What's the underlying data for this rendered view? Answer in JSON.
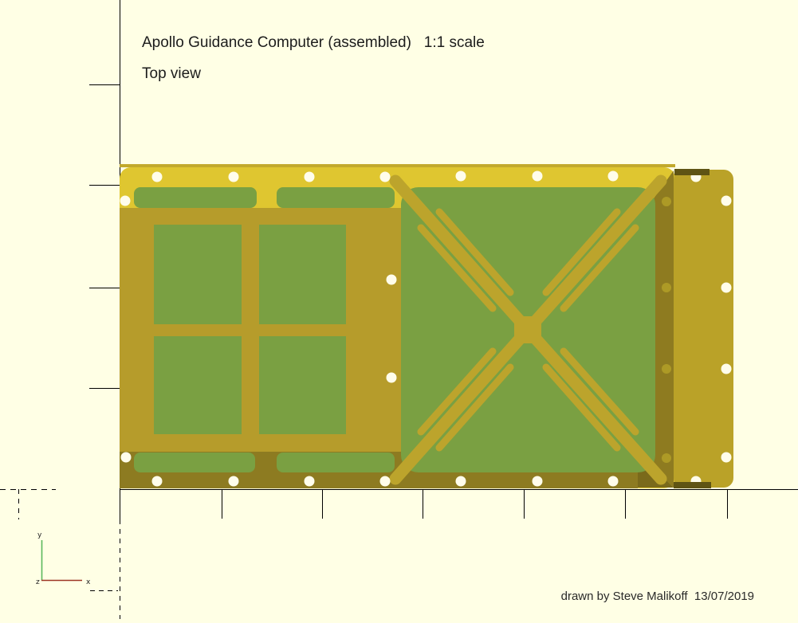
{
  "annotations": {
    "title": "Apollo Guidance Computer (assembled)   1:1 scale",
    "view_label": "Top view",
    "credit": "drawn by Steve Malikoff  13/07/2019"
  },
  "axis_indicator": {
    "x_label": "x",
    "y_label": "y",
    "z_label": "z",
    "x_axis_color": "#9e3524",
    "y_axis_color": "#5cb85c"
  },
  "palette": {
    "canvas_background": "#FFFFE5",
    "case_top_face": "#DFC630",
    "tray_interior": "#B69C2B",
    "front_wall": "#8D7B21",
    "side_wall": "#8E7B20",
    "corner_shadow": "#7A6A1B",
    "end_cap": "#BAA228",
    "module_green": "#7AA042",
    "x_channel": "#BCA42C",
    "screw_hole_white": "#FFFDEB",
    "rivet_hole_olive": "#AD9A26",
    "mounting_bar_dark": "#5F5414",
    "ruler_line": "#000000"
  }
}
